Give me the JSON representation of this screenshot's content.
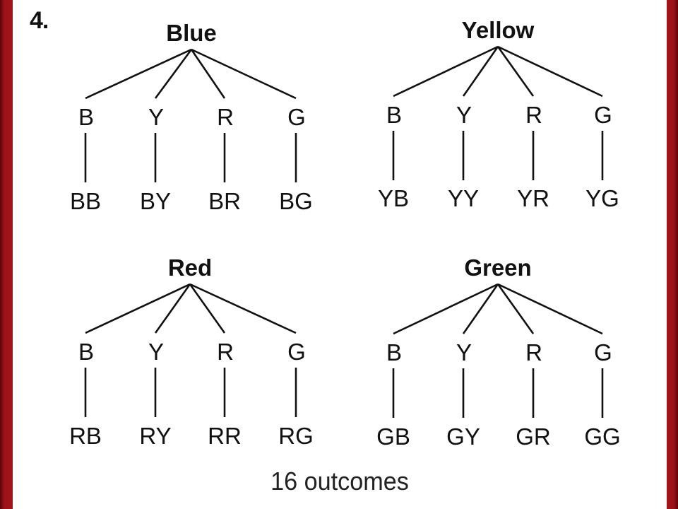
{
  "problem_number": "4.",
  "trees": [
    {
      "root": "Blue",
      "branches": [
        {
          "label": "B",
          "outcome": "BB"
        },
        {
          "label": "Y",
          "outcome": "BY"
        },
        {
          "label": "R",
          "outcome": "BR"
        },
        {
          "label": "G",
          "outcome": "BG"
        }
      ]
    },
    {
      "root": "Yellow",
      "branches": [
        {
          "label": "B",
          "outcome": "YB"
        },
        {
          "label": "Y",
          "outcome": "YY"
        },
        {
          "label": "R",
          "outcome": "YR"
        },
        {
          "label": "G",
          "outcome": "YG"
        }
      ]
    },
    {
      "root": "Red",
      "branches": [
        {
          "label": "B",
          "outcome": "RB"
        },
        {
          "label": "Y",
          "outcome": "RY"
        },
        {
          "label": "R",
          "outcome": "RR"
        },
        {
          "label": "G",
          "outcome": "RG"
        }
      ]
    },
    {
      "root": "Green",
      "branches": [
        {
          "label": "B",
          "outcome": "GB"
        },
        {
          "label": "Y",
          "outcome": "GY"
        },
        {
          "label": "R",
          "outcome": "GR"
        },
        {
          "label": "G",
          "outcome": "GG"
        }
      ]
    }
  ],
  "summary": "16 outcomes",
  "colors": {
    "frame": "#a2141a",
    "ink": "#111111",
    "background": "#ffffff"
  }
}
